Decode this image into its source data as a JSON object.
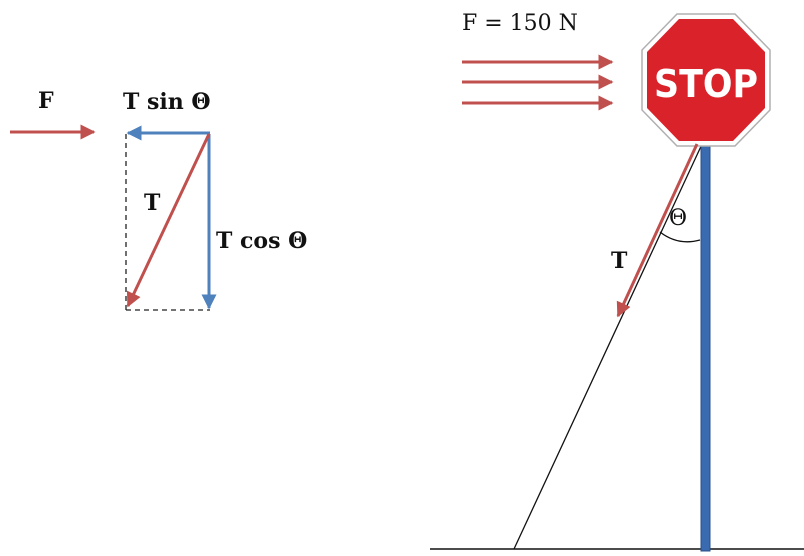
{
  "left_diagram": {
    "force_label": "F",
    "t_sin_label": "T sin Θ",
    "tension_label": "T",
    "t_cos_label": "T cos Θ"
  },
  "right_diagram": {
    "force_label": "F = 150 N",
    "sign_text": "STOP",
    "tension_label": "T",
    "angle_label": "Θ"
  },
  "colors": {
    "force_arrow": "#c0504d",
    "component_arrow": "#4f81bd",
    "pole": "#3a6ab0",
    "sign_red": "#d9222a"
  }
}
